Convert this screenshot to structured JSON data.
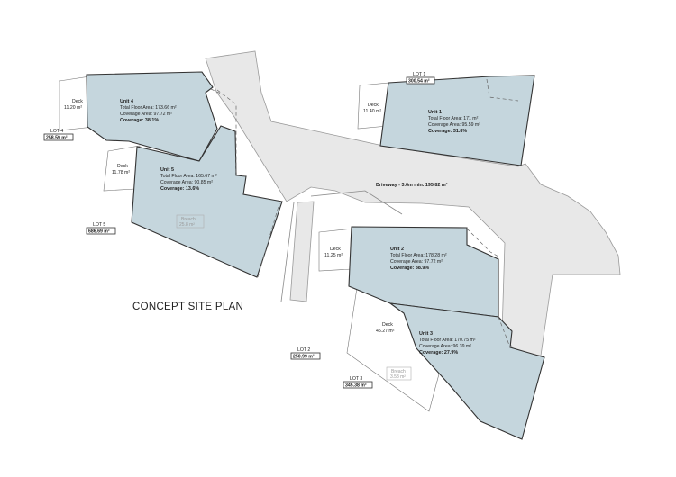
{
  "title": "CONCEPT SITE PLAN",
  "driveway": "Driveway - 3.6m min. 195.82 m²",
  "units": [
    {
      "id": "unit-4",
      "name": "Unit 4",
      "floor": "Total Floor Area: 173.66 m²",
      "cover": "Coverage Area: 97.72 m²",
      "pct": "Coverage: 38.1%"
    },
    {
      "id": "unit-5",
      "name": "Unit 5",
      "floor": "Total Floor Area: 165.67 m²",
      "cover": "Coverage Area: 90.85 m²",
      "pct": "Coverage: 13.6%"
    },
    {
      "id": "unit-1",
      "name": "Unit 1",
      "floor": "Total Floor Area: 171 m²",
      "cover": "Coverage Area: 95.59 m²",
      "pct": "Coverage: 31.8%"
    },
    {
      "id": "unit-2",
      "name": "Unit 2",
      "floor": "Total Floor Area: 178.28 m²",
      "cover": "Coverage Area: 97.72 m²",
      "pct": "Coverage: 38.9%"
    },
    {
      "id": "unit-3",
      "name": "Unit 3",
      "floor": "Total Floor Area: 170.75 m²",
      "cover": "Coverage Area: 96.39 m²",
      "pct": "Coverage: 27.9%"
    }
  ],
  "decks": [
    {
      "id": "deck-4",
      "label": "Deck",
      "area": "11.20 m²"
    },
    {
      "id": "deck-5",
      "label": "Deck",
      "area": "11.78 m²"
    },
    {
      "id": "deck-1",
      "label": "Deck",
      "area": "11.40 m²"
    },
    {
      "id": "deck-2",
      "label": "Deck",
      "area": "11.25 m²"
    },
    {
      "id": "deck-3",
      "label": "Deck",
      "area": "45.27 m²"
    }
  ],
  "lots": [
    {
      "id": "lot-1",
      "label": "LOT 1",
      "area": "300.54 m²"
    },
    {
      "id": "lot-4",
      "label": "LOT 4",
      "area": "258.59 m²"
    },
    {
      "id": "lot-5",
      "label": "LOT 5",
      "area": "686.69 m²"
    },
    {
      "id": "lot-2",
      "label": "LOT 2",
      "area": "250.99 m²"
    },
    {
      "id": "lot-3",
      "label": "LOT 3",
      "area": "345.38 m²"
    }
  ],
  "breaches": [
    {
      "id": "breach-5",
      "label": "Breach",
      "area": "25.8 m²"
    },
    {
      "id": "breach-3",
      "label": "Breach",
      "area": "3.58 m²"
    }
  ]
}
